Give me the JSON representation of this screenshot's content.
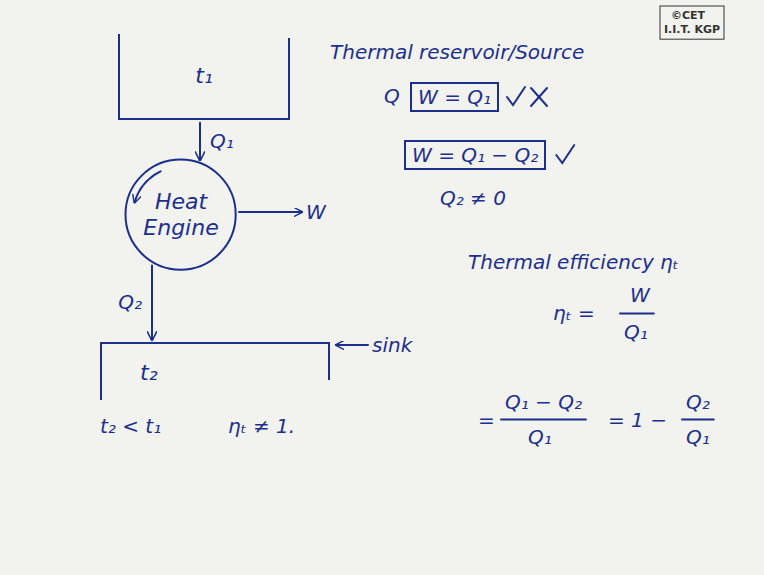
{
  "diagram": {
    "nodes": [
      {
        "text": [
          "t₁"
        ]
      },
      {
        "text": [
          "Heat Engine"
        ]
      },
      {
        "text": [
          "t₂"
        ]
      }
    ],
    "edges": [
      {
        "from": 0,
        "to": 1,
        "arrow": "to",
        "label": "Q₁"
      },
      {
        "from": 1,
        "to": 2,
        "arrow": "to",
        "label": "Q₂"
      }
    ],
    "labels": [
      "Thermal reservoir/Source",
      "©CET",
      "I.I.T. KGP",
      "Q",
      "W = Q₁",
      "W = Q₁ − Q₂",
      "Q₂ ≠ 0",
      "Thermal efficiency ηₜ",
      "W",
      "sink",
      "ηₜ =",
      "W",
      "Q₁",
      "=",
      "Q₁ − Q₂",
      "Q₁",
      "= 1 −",
      "Q₂",
      "Q₁",
      "t₂ < t₁",
      "ηₜ ≠ 1."
    ]
  }
}
